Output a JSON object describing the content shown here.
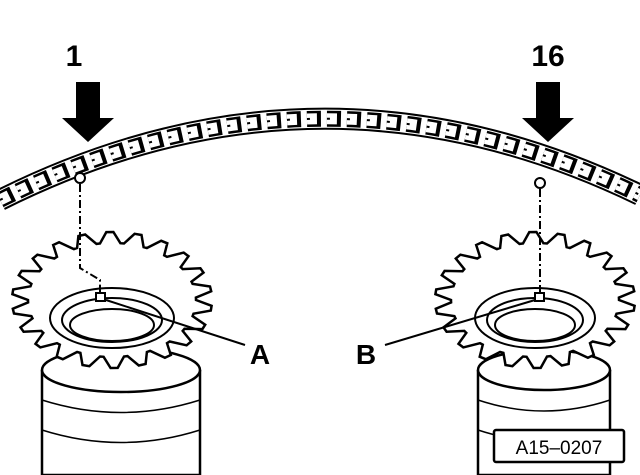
{
  "labels": {
    "marker_left": "1",
    "marker_right": "16",
    "callout_a": "A",
    "callout_b": "B"
  },
  "figure_ref": "A15–0207",
  "colors": {
    "ink": "#000000",
    "paper": "#ffffff"
  }
}
